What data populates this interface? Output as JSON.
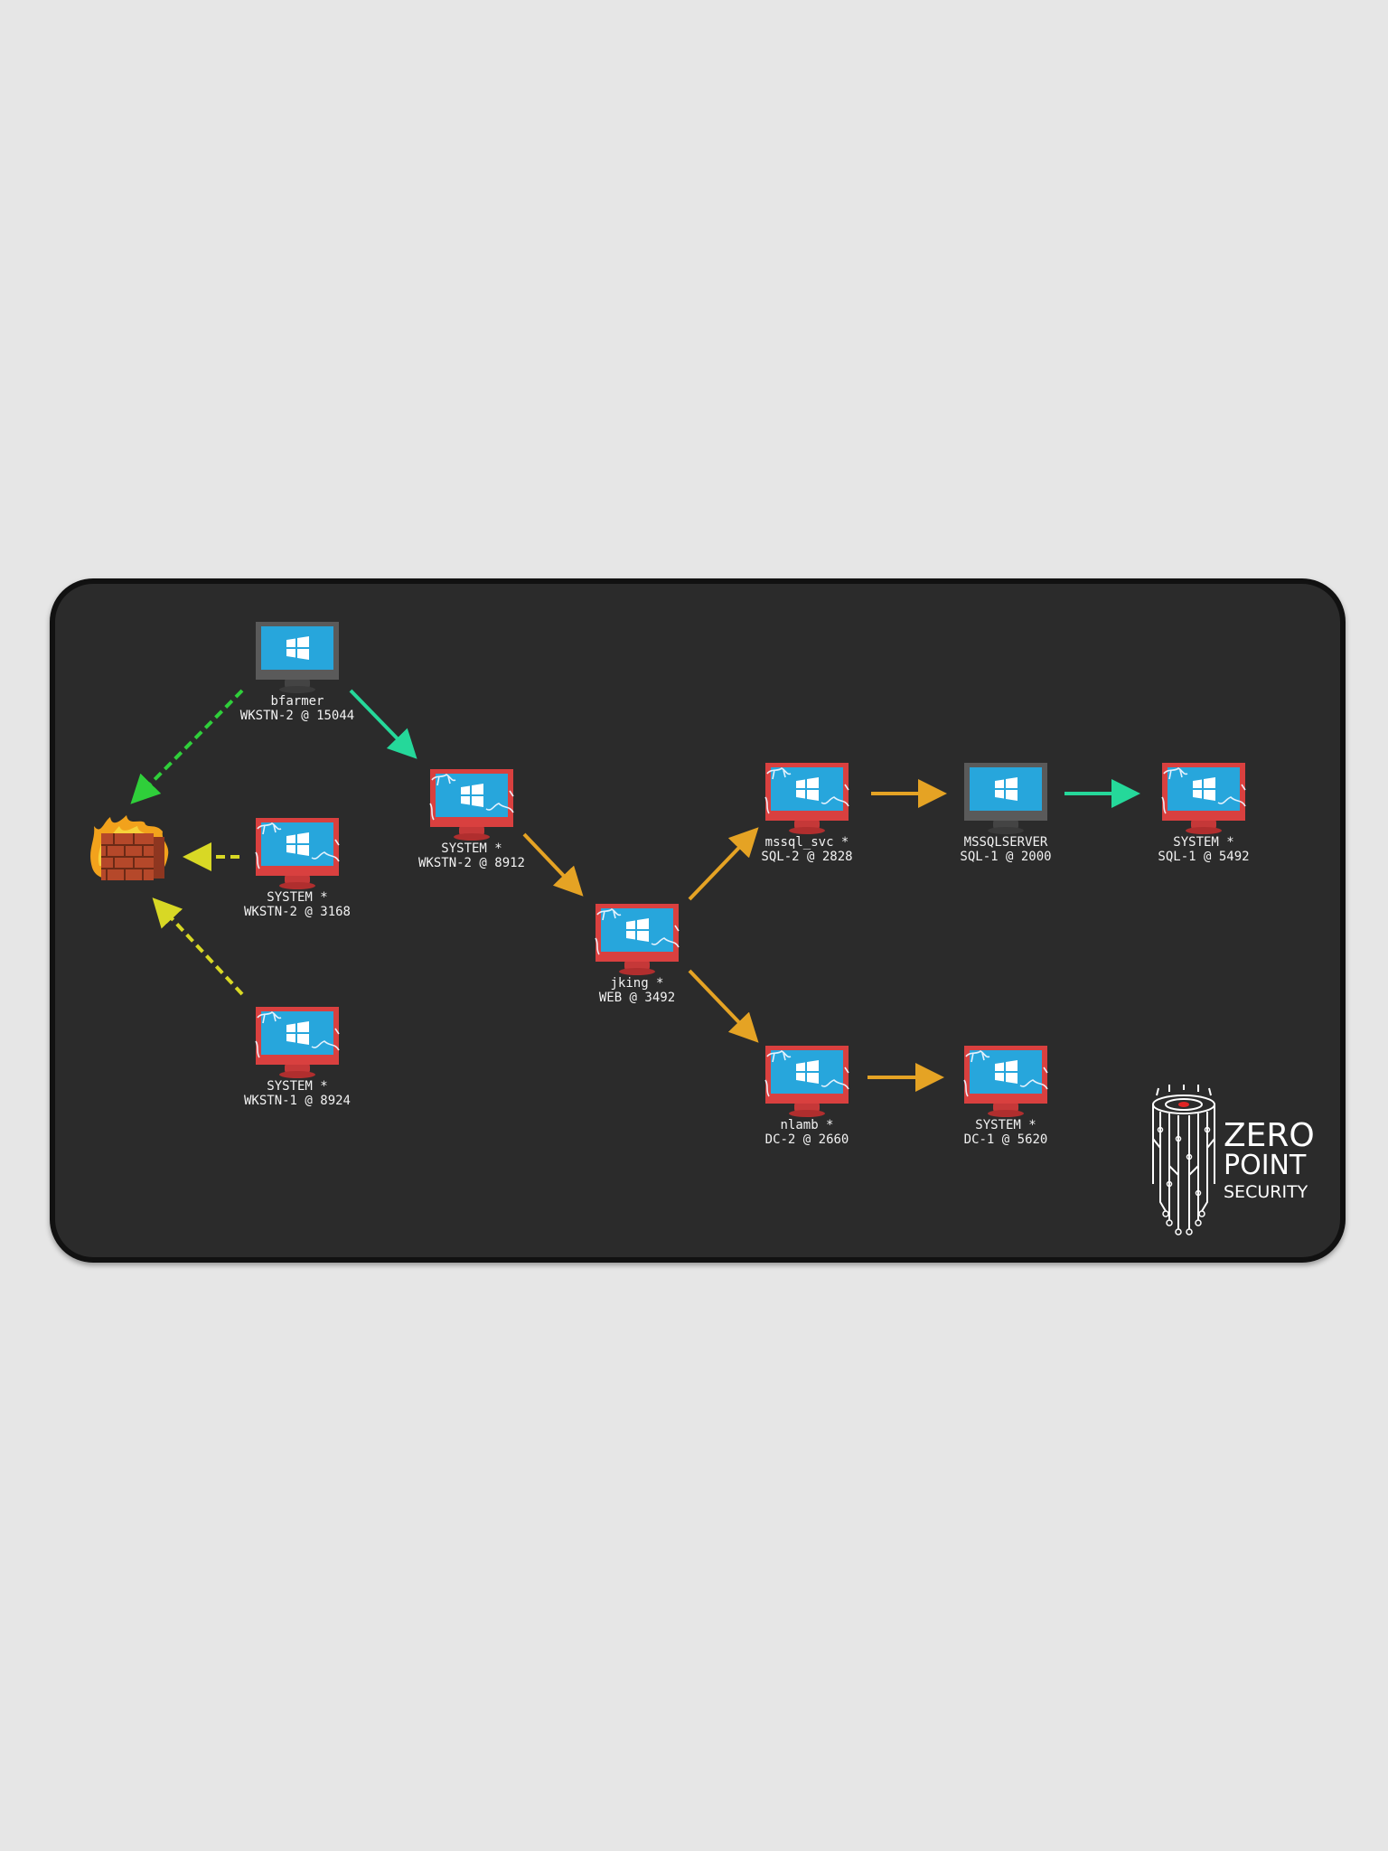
{
  "nodes": [
    {
      "id": "bfarmer",
      "user": "bfarmer",
      "host": "WKSTN-2 @ 15044",
      "state": "normal"
    },
    {
      "id": "wkstn2-3168",
      "user": "SYSTEM *",
      "host": "WKSTN-2 @ 3168",
      "state": "compromised"
    },
    {
      "id": "wkstn1-8924",
      "user": "SYSTEM *",
      "host": "WKSTN-1 @ 8924",
      "state": "compromised"
    },
    {
      "id": "wkstn2-8912",
      "user": "SYSTEM *",
      "host": "WKSTN-2 @ 8912",
      "state": "compromised"
    },
    {
      "id": "web-3492",
      "user": "jking *",
      "host": "WEB @ 3492",
      "state": "compromised"
    },
    {
      "id": "sql2-2828",
      "user": "mssql_svc *",
      "host": "SQL-2 @ 2828",
      "state": "compromised"
    },
    {
      "id": "sql1-2000",
      "user": "MSSQLSERVER",
      "host": "SQL-1 @ 2000",
      "state": "normal"
    },
    {
      "id": "sql1-5492",
      "user": "SYSTEM *",
      "host": "SQL-1 @ 5492",
      "state": "compromised"
    },
    {
      "id": "dc2-2660",
      "user": "nlamb *",
      "host": "DC-2 @ 2660",
      "state": "compromised"
    },
    {
      "id": "dc1-5620",
      "user": "SYSTEM *",
      "host": "DC-1 @ 5620",
      "state": "compromised"
    }
  ],
  "edges": [
    {
      "from": "bfarmer",
      "to": "firewall",
      "style": "dashed",
      "color": "#2fcf3a"
    },
    {
      "from": "bfarmer",
      "to": "wkstn2-8912",
      "style": "solid",
      "color": "#25d89a"
    },
    {
      "from": "wkstn2-3168",
      "to": "firewall",
      "style": "dashed",
      "color": "#d8d825"
    },
    {
      "from": "wkstn1-8924",
      "to": "firewall",
      "style": "dashed",
      "color": "#d8d825"
    },
    {
      "from": "wkstn2-8912",
      "to": "web-3492",
      "style": "solid",
      "color": "#e5a324"
    },
    {
      "from": "web-3492",
      "to": "sql2-2828",
      "style": "solid",
      "color": "#e5a324"
    },
    {
      "from": "web-3492",
      "to": "dc2-2660",
      "style": "solid",
      "color": "#e5a324"
    },
    {
      "from": "sql2-2828",
      "to": "sql1-2000",
      "style": "solid",
      "color": "#e5a324"
    },
    {
      "from": "sql1-2000",
      "to": "sql1-5492",
      "style": "solid",
      "color": "#25d89a"
    },
    {
      "from": "dc2-2660",
      "to": "dc1-5620",
      "style": "solid",
      "color": "#e5a324"
    }
  ],
  "logo": {
    "line1": "ZERO",
    "line2": "POINT",
    "line3": "SECURITY"
  },
  "colors": {
    "mat": "#2b2b2b",
    "screen": "#27a6dc",
    "compromised_frame": "#d9403f",
    "normal_frame": "#5a5a5a"
  }
}
